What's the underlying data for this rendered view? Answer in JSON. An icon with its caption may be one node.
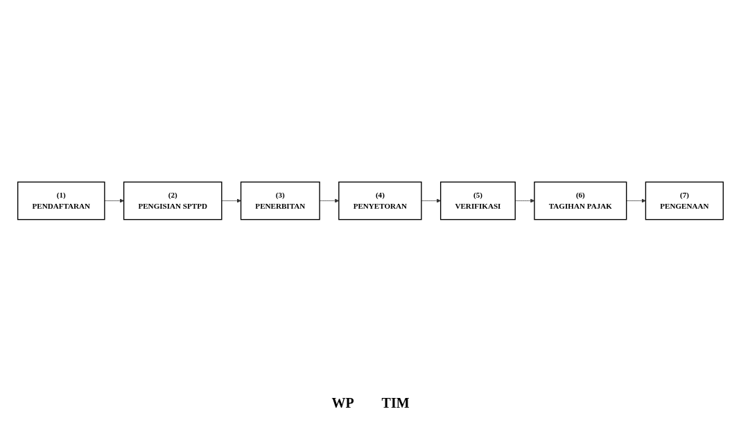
{
  "diagram": {
    "nodes": [
      {
        "text": [
          "(1)",
          "PENDAFTARAN"
        ]
      },
      {
        "text": [
          "(2)",
          "PENGISIAN SPTPD"
        ]
      },
      {
        "text": [
          "(3)",
          "PENERBITAN"
        ]
      },
      {
        "text": [
          "(4)",
          "PENYETORAN"
        ]
      },
      {
        "text": [
          "(5)",
          "VERIFIKASI"
        ]
      },
      {
        "text": [
          "(6)",
          "TAGIHAN PAJAK"
        ]
      },
      {
        "text": [
          "(7)",
          "PENGENAAN"
        ]
      }
    ],
    "edges": [
      {
        "from": 0,
        "to": 1,
        "arrow": "to"
      },
      {
        "from": 1,
        "to": 2,
        "arrow": "to"
      },
      {
        "from": 2,
        "to": 3,
        "arrow": "to"
      },
      {
        "from": 3,
        "to": 4,
        "arrow": "to"
      },
      {
        "from": 4,
        "to": 5,
        "arrow": "to"
      },
      {
        "from": 5,
        "to": 6,
        "arrow": "to"
      }
    ],
    "labels": [
      "WP",
      "TIM"
    ]
  }
}
